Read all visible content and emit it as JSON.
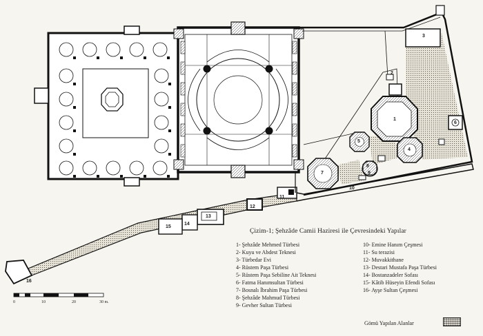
{
  "caption": "Çizim-1; Şehzâde Camii Haziresi ile Çevresindeki Yapılar",
  "legend_left": [
    "1- Şehzâde Mehmed Türbesi",
    "2- Kuyu ve Abdest Teknesi",
    "3- Türbedar Evi",
    "4- Rüstem Paşa Türbesi",
    "5- Rüstem Paşa Sebiline Ait Teknesi",
    "6- Fatma Hanımsultan Türbesi",
    "7- Bosnalı İbrahim Paşa Türbesi",
    "8- Şehzâde Mahmud Türbesi",
    "9- Gevher Sultan Türbesi"
  ],
  "legend_right": [
    "10- Emine Hanım Çeşmesi",
    "11- Su terazisi",
    "12- Muvakkithane",
    "13- Destari Mustafa Paşa Türbesi",
    "14- Bostanzadeler Sofası",
    "15- Kâtib Hüseyin Efendi Sofası",
    "16- Ayşe Sultan Çeşmesi"
  ],
  "gomulu_label": "Gömü Yapılan Alanlar",
  "scale": {
    "ticks": [
      "0",
      "10",
      "20",
      "30 m."
    ]
  },
  "plan_labels": [
    "1",
    "2",
    "3",
    "4",
    "5",
    "6",
    "7",
    "8",
    "9",
    "10",
    "11",
    "12",
    "13",
    "14",
    "15",
    "16"
  ],
  "colors": {
    "ink": "#1c1c1c",
    "paper": "#f7f5ef",
    "stipple": "#e2ded2"
  }
}
